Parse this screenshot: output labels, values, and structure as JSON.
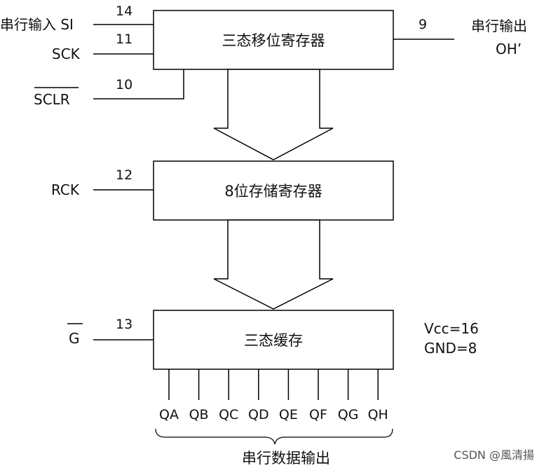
{
  "diagram": {
    "inputs": {
      "si_label": "串行输入 SI",
      "si_pin": "14",
      "sck_label": "SCK",
      "sck_pin": "11",
      "sclr_label": "SCLR",
      "sclr_pin": "10",
      "rck_label": "RCK",
      "rck_pin": "12",
      "g_label": "G",
      "g_pin": "13"
    },
    "serial_out": {
      "pin": "9",
      "label_line1": "串行输出",
      "label_line2": "OH’"
    },
    "blocks": {
      "shift_register": "三态移位寄存器",
      "storage_register": "8位存储寄存器",
      "buffer": "三态缓存"
    },
    "power": {
      "vcc": "Vcc=16",
      "gnd": "GND=8"
    },
    "outputs": [
      "QA",
      "QB",
      "QC",
      "QD",
      "QE",
      "QF",
      "QG",
      "QH"
    ],
    "outputs_caption": "串行数据输出"
  },
  "watermark": "CSDN @風清揚"
}
